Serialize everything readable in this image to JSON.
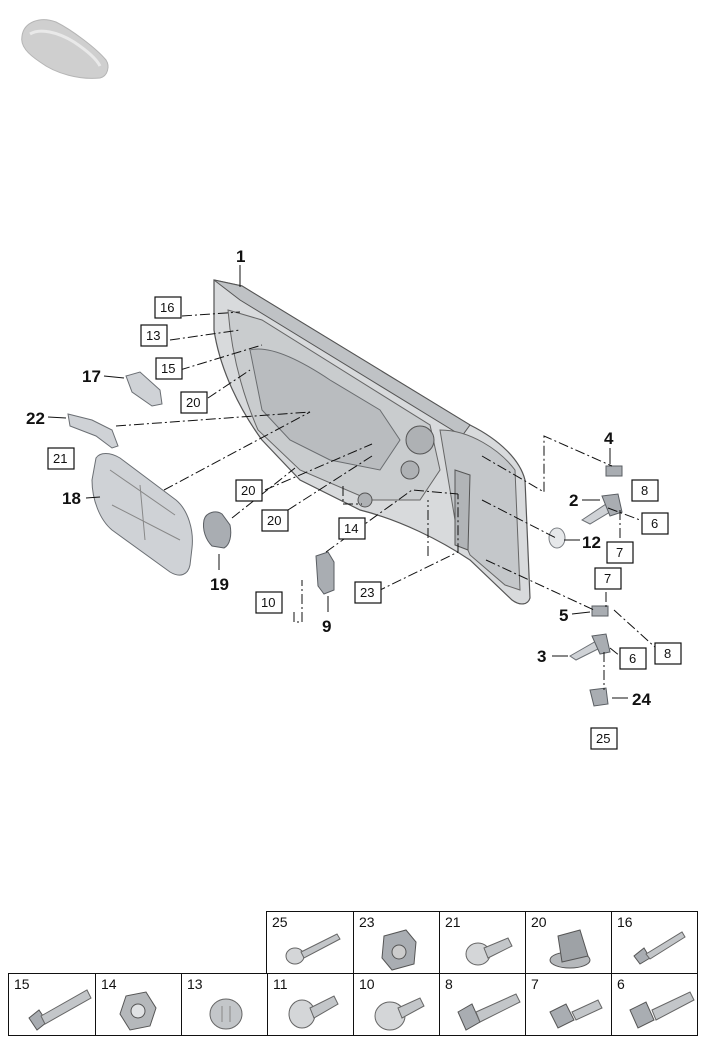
{
  "callouts": {
    "c1": "1",
    "c2": "2",
    "c3": "3",
    "c4": "4",
    "c5": "5",
    "c9": "9",
    "c12": "12",
    "c17": "17",
    "c18": "18",
    "c19": "19",
    "c22": "22",
    "c24": "24"
  },
  "boxes": {
    "b16": "16",
    "b13": "13",
    "b15": "15",
    "b20a": "20",
    "b21": "21",
    "b20b": "20",
    "b20c": "20",
    "b14": "14",
    "b10": "10",
    "b23": "23",
    "b8a": "8",
    "b6a": "6",
    "b7a": "7",
    "b7b": "7",
    "b8b": "8",
    "b6b": "6",
    "b25": "25"
  },
  "fastener_table": {
    "top_row": [
      {
        "number": "25",
        "icon": "button-head-screw-icon"
      },
      {
        "number": "23",
        "icon": "clip-nut-icon"
      },
      {
        "number": "21",
        "icon": "torx-pan-screw-icon"
      },
      {
        "number": "20",
        "icon": "plastic-clip-icon"
      },
      {
        "number": "16",
        "icon": "small-bolt-icon"
      }
    ],
    "bottom_row": [
      {
        "number": "15",
        "icon": "hex-bolt-icon"
      },
      {
        "number": "14",
        "icon": "hex-flange-nut-icon"
      },
      {
        "number": "13",
        "icon": "round-plug-icon"
      },
      {
        "number": "11",
        "icon": "pan-head-screw-icon"
      },
      {
        "number": "10",
        "icon": "washer-screw-icon"
      },
      {
        "number": "8",
        "icon": "flange-bolt-icon"
      },
      {
        "number": "7",
        "icon": "stud-bolt-icon"
      },
      {
        "number": "6",
        "icon": "shoulder-bolt-icon"
      }
    ]
  }
}
